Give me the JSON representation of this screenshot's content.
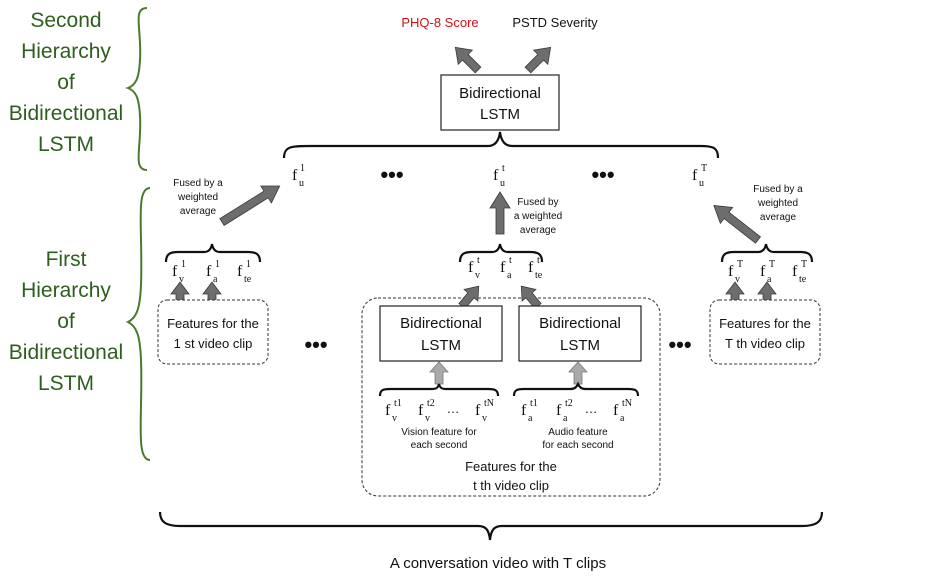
{
  "outputs": {
    "phq8": "PHQ-8 Score",
    "ptsd": "PSTD Severity",
    "phq8_color": "#d01010"
  },
  "second_hierarchy": {
    "lines": [
      "Second",
      "Hierarchy",
      "of",
      "Bidirectional",
      "LSTM"
    ],
    "color": "#2e5e1e"
  },
  "first_hierarchy": {
    "lines": [
      "First",
      "Hierarchy",
      "of",
      "Bidirectional",
      "LSTM"
    ],
    "color": "#2e5e1e"
  },
  "top_lstm": {
    "line1": "Bidirectional",
    "line2": "LSTM"
  },
  "utterance_features": {
    "first": {
      "base": "f",
      "sub": "u",
      "sup": "1"
    },
    "middle": {
      "base": "f",
      "sub": "u",
      "sup": "t"
    },
    "last": {
      "base": "f",
      "sub": "u",
      "sup": "T"
    }
  },
  "ellipsis": "•••",
  "fusion_label": {
    "line1": "Fused by  a",
    "line2": "weighted",
    "line3": "average"
  },
  "fusion_label_mid": {
    "line1": "Fused by",
    "line2": "a weighted",
    "line3": "average"
  },
  "clip_first": {
    "features": [
      {
        "base": "f",
        "sub": "v",
        "sup": "1"
      },
      {
        "base": "f",
        "sub": "a",
        "sup": "1"
      },
      {
        "base": "f",
        "sub": "te",
        "sup": "1"
      }
    ],
    "box_line1": "Features for the",
    "box_line2": "1 st video clip"
  },
  "clip_mid": {
    "features": [
      {
        "base": "f",
        "sub": "v",
        "sup": "t"
      },
      {
        "base": "f",
        "sub": "a",
        "sup": "t"
      },
      {
        "base": "f",
        "sub": "te",
        "sup": "t"
      }
    ],
    "vision_lstm": {
      "line1": "Bidirectional",
      "line2": "LSTM"
    },
    "audio_lstm": {
      "line1": "Bidirectional",
      "line2": "LSTM"
    },
    "vision_seq": [
      {
        "base": "f",
        "sub": "v",
        "sup": "t1"
      },
      {
        "base": "f",
        "sub": "v",
        "sup": "t2"
      },
      {
        "base": "f",
        "sub": "v",
        "sup": "tN"
      }
    ],
    "audio_seq": [
      {
        "base": "f",
        "sub": "a",
        "sup": "t1"
      },
      {
        "base": "f",
        "sub": "a",
        "sup": "t2"
      },
      {
        "base": "f",
        "sub": "a",
        "sup": "tN"
      }
    ],
    "seq_ellipsis": "…",
    "vision_caption": {
      "line1": "Vision feature for",
      "line2": "each second"
    },
    "audio_caption": {
      "line1": "Audio feature",
      "line2": "for each second"
    },
    "box_line1": "Features for the",
    "box_line2": "t th video clip"
  },
  "clip_last": {
    "features": [
      {
        "base": "f",
        "sub": "v",
        "sup": "T"
      },
      {
        "base": "f",
        "sub": "a",
        "sup": "T"
      },
      {
        "base": "f",
        "sub": "te",
        "sup": "T"
      }
    ],
    "box_line1": "Features for the",
    "box_line2": "T th video clip"
  },
  "bottom_caption": "A conversation video with T clips"
}
